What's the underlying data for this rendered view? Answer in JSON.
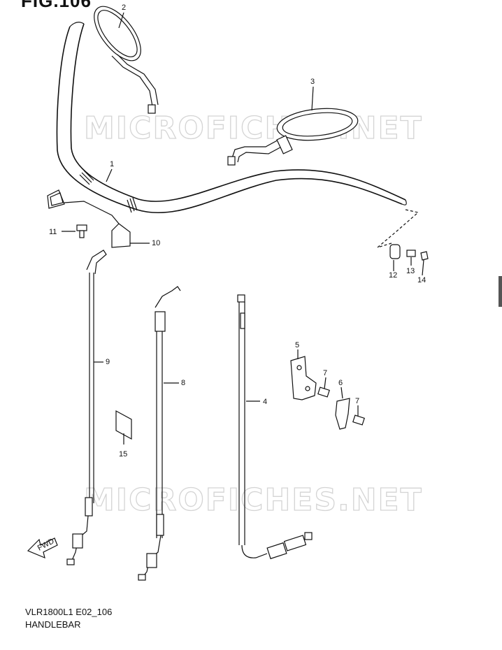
{
  "figure": {
    "title": "FIG.106"
  },
  "watermark": {
    "text": "MICROFICHES.NET"
  },
  "callouts": [
    "1",
    "2",
    "3",
    "4",
    "5",
    "6",
    "7",
    "7",
    "8",
    "9",
    "10",
    "11",
    "12",
    "13",
    "14",
    "15"
  ],
  "fwd_label": "FWD",
  "footer": {
    "model": "VLR1800L1 E02_106",
    "name": "HANDLEBAR"
  }
}
